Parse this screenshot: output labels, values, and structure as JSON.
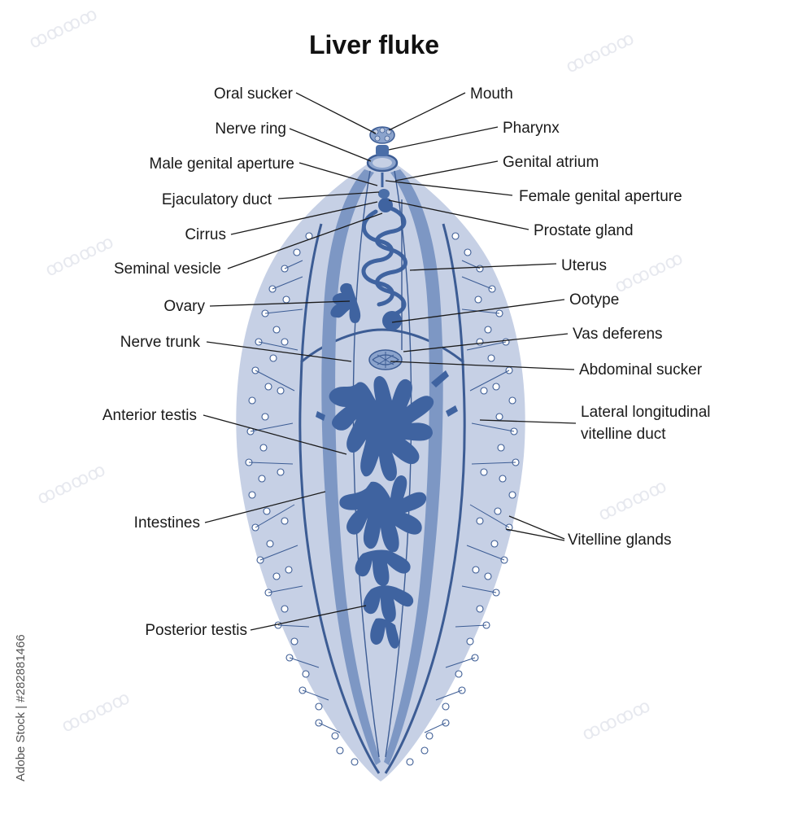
{
  "title": "Liver fluke",
  "stock_id": "Adobe Stock | #282881466",
  "colors": {
    "body_fill": "#c6d0e5",
    "organ": "#4a6ea8",
    "organ_light": "#8ba3cc",
    "outline": "#3c5c94",
    "text": "#1a1a1a"
  },
  "labels": {
    "oral_sucker": "Oral sucker",
    "mouth": "Mouth",
    "nerve_ring": "Nerve ring",
    "pharynx": "Pharynx",
    "male_genital_aperture": "Male genital aperture",
    "genital_atrium": "Genital atrium",
    "ejaculatory_duct": "Ejaculatory duct",
    "female_genital_aperture": "Female genital aperture",
    "cirrus": "Cirrus",
    "prostate_gland": "Prostate gland",
    "seminal_vesicle": "Seminal vesicle",
    "uterus": "Uterus",
    "ovary": "Ovary",
    "ootype": "Ootype",
    "nerve_trunk": "Nerve trunk",
    "vas_deferens": "Vas deferens",
    "abdominal_sucker": "Abdominal sucker",
    "anterior_testis": "Anterior testis",
    "lateral_vitelline_duct_line1": "Lateral longitudinal",
    "lateral_vitelline_duct_line2": "vitelline duct",
    "intestines": "Intestines",
    "vitelline_glands": "Vitelline glands",
    "posterior_testis": "Posterior testis"
  }
}
